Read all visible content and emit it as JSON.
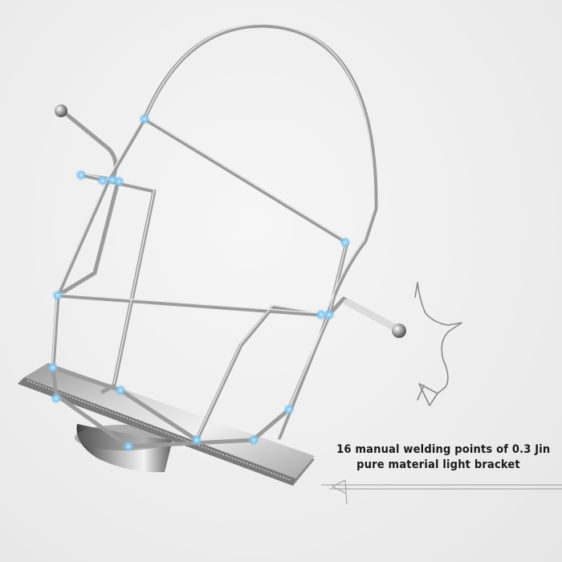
{
  "caption": {
    "line1": "16 manual welding points of 0.3 Jin",
    "line2": "pure material light bracket"
  },
  "product": {
    "description_icon": "wire-lid-stand-icon",
    "weld_point_count": 16,
    "weld_point_color": "#7ec3ee"
  },
  "colors": {
    "background": "#eeeeee",
    "caption_text": "#1a1a1a",
    "wire": "#a9a9a9",
    "wire_highlight": "#f2f2f2"
  }
}
